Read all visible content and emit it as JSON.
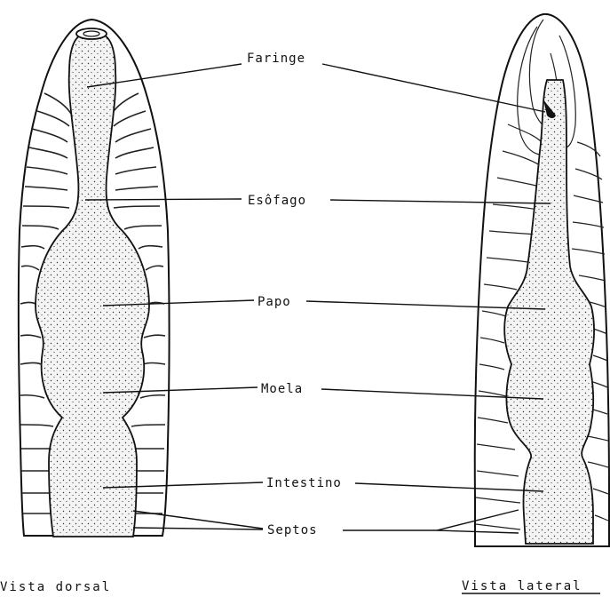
{
  "labels": {
    "pharynx": "Faringe",
    "esophagus": "Esôfago",
    "crop": "Papo",
    "gizzard": "Moela",
    "intestine": "Intestino",
    "septa": "Septos"
  },
  "captions": {
    "dorsal": "Vista dorsal",
    "lateral": "Vista lateral"
  },
  "colors": {
    "ink": "#111111",
    "paper": "#ffffff",
    "gut_fill": "#f4f4f4"
  }
}
